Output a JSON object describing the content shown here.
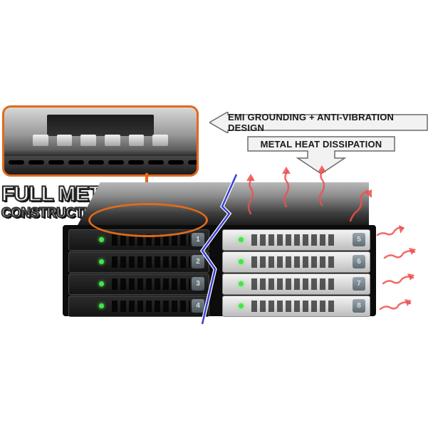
{
  "banners": {
    "emi_label": "EMI GROUNDING + ANTI-VIBRATION DESIGN",
    "heat_label": "METAL HEAT DISSIPATION"
  },
  "headline": {
    "line1": "FULL METAL",
    "line2": "CONSTRUCTION"
  },
  "bays": {
    "left": [
      "1",
      "2",
      "3",
      "4"
    ],
    "right": [
      "5",
      "6",
      "7",
      "8"
    ]
  },
  "colors": {
    "callout": "#e06a1b",
    "heat_arrows": "#f05050",
    "zigzag": "#3a3fd0",
    "led": "#48e24a"
  }
}
